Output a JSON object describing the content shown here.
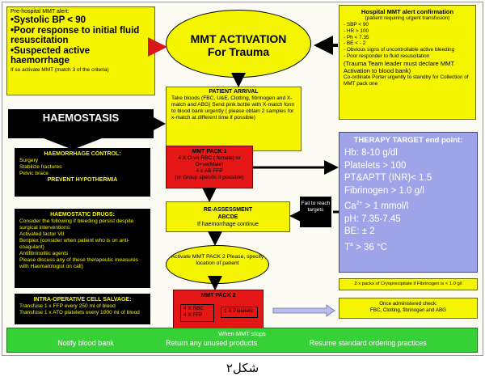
{
  "prehospital": {
    "header": "Pre-hospital MMT alert:",
    "items": [
      "•Systolic BP < 90",
      "•Poor response to initial fluid resuscitation",
      "•Suspected active haemorrhage"
    ],
    "footer": "If so activate MMT  (match 3 of the criteria)"
  },
  "activation": {
    "line1": "MMT ACTIVATION",
    "line2": "For Trauma"
  },
  "hospital_alert": {
    "title": "Hospital MMT alert confirmation",
    "subtitle": "(patient requiring urgent transfusion)",
    "items": [
      "- SBP < 90",
      "- HR > 100",
      "- Ph < 7.35",
      "- BE < - 2",
      "- Obvious signs of uncontrollable active bleeding",
      "- Poor responder to fluid resuscitation"
    ],
    "leader": "(Trauma Team leader must declare MMT Activation to blood bank)",
    "porter": "Co-ordinate Porter urgently to standby for Collection of MMT pack one"
  },
  "arrival": {
    "title": "PATIENT ARRIVAL",
    "body": "Take bloods (FBC, U&E, Clotting, fibrinogen and X-match and ABG) Send pink bottle with X-match form to blood bank urgently ( please obtain 2 samples  for x-match at different time if possible)"
  },
  "haemostasis": {
    "label": "HAEMOSTASIS"
  },
  "control": {
    "title": "HAEMORRHAGE CONTROL:",
    "items": [
      "Surgery",
      "Stabilize fractures",
      "Pelvic brace"
    ],
    "prevent": "PREVENT  HYPOTHERMIA"
  },
  "drugs": {
    "title": "HAEMOSTATIC DRUGS:",
    "items": [
      "Consider the following if bleeding persist despite surgical interventions:",
      "Activated factor VII",
      "Beriplex (consider when patient who is on anti-coagulant)",
      "Antifibrinolitic agents",
      "Please discuss any of these therapeutic measures with Haematologist on call)"
    ]
  },
  "salvage": {
    "title": "INTRA-OPERATIVE CELL SALVAGE:",
    "items": [
      "Transfuse 1 x FFP every 250 ml of blood",
      "Transfuse 1 x ATD platelets every 1000 ml of blood"
    ]
  },
  "pack1": {
    "title": "MMT PACK 1",
    "lines": [
      "4 X O-ve RBC ( female) or",
      "O+ve(Male)",
      "4 x AB FFP",
      "(or Group specific if possible)"
    ]
  },
  "reassessment": {
    "title": "RE-ASSESSMENT",
    "abcde": "ABCDE",
    "note": "If haemorrhage continue"
  },
  "fail": {
    "label": "Fail to reach targets"
  },
  "activate2": {
    "text": "Activate  MMT PACK 2 Please, specify location of patient"
  },
  "pack2": {
    "title": "MMT PACK 2",
    "col1": [
      "4 X RBC",
      "4 X FFP"
    ],
    "col2": "1 X Platelets"
  },
  "therapy": {
    "title": "THERAPY TARGET end point:",
    "hb": "Hb: 8-10 g/dl",
    "platelets": "Platelets > 100",
    "pt": "PT&APTT (INR)< 1.5",
    "fibrinogen": "Fibrinogen > 1.0 g/l",
    "ca_base": "Ca",
    "ca_sup": "2+",
    "ca_rest": "  > 1 mmol/l",
    "ph": "pH: 7.35-7.45",
    "be": "BE: ± 2",
    "temp_base": "T",
    "temp_sup": "a",
    "temp_rest": " > 36 °C"
  },
  "cryo": {
    "text": "2 x packs of Cryoprecipitate if Fibrinogen is < 1.0 g/l"
  },
  "once": {
    "title": "Once administered check:",
    "text": "FBC, Clotting, fibrinogen and ABG"
  },
  "stop": {
    "title": "When MMT stops",
    "actions": [
      "Notify blood bank",
      "Return any unused products",
      "Resume standard ordering practices"
    ]
  },
  "caption": {
    "text": "شكل٢"
  },
  "colors": {
    "yellow": "#f5f500",
    "red": "#e51616",
    "blue": "#9fa4e8",
    "green": "#36d136",
    "black": "#000000"
  }
}
